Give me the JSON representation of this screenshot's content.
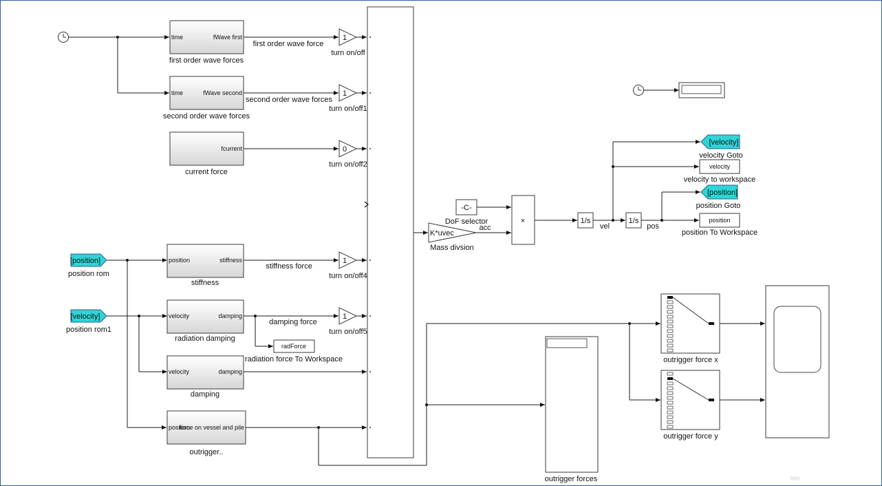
{
  "blocks": {
    "first_wave": {
      "in": "time",
      "out": "fWave first",
      "name": "first order wave forces"
    },
    "second_wave": {
      "in": "time",
      "out": "fWave second",
      "name": "second order wave forces"
    },
    "current": {
      "out": "fcurrent",
      "name": "current force"
    },
    "stiffness": {
      "in": "position",
      "out": "stiffness",
      "name": "stiffness"
    },
    "rad_damping": {
      "in": "velocity",
      "out": "damping",
      "name": "radiation damping"
    },
    "damping": {
      "in": "velocity",
      "out": "damping",
      "name": "damping"
    },
    "outrigger": {
      "in": "position",
      "out": "force on vessel and pile",
      "name": "outrigger.."
    },
    "goto_position_rom": {
      "value": "[position]",
      "name": "position rom"
    },
    "goto_velocity_rom": {
      "value": "[velocity]",
      "name": "position rom1"
    },
    "gain1": {
      "value": "1",
      "name": "turn on/off"
    },
    "gain2": {
      "value": "1",
      "name": "turn on/off1"
    },
    "gain3": {
      "value": "0",
      "name": "turn on/off2"
    },
    "gain4": {
      "value": "1",
      "name": "turn on/off4"
    },
    "gain5": {
      "value": "1",
      "name": "turn on/off5"
    },
    "rad_ws": {
      "value": "radForce",
      "name": "radiation force To Workspace"
    },
    "dof": {
      "value": "-C-",
      "name": "DoF selector"
    },
    "mass": {
      "value": "K*uvec",
      "name": "Mass divsion"
    },
    "product": {
      "value": "×"
    },
    "int1": {
      "value": "1/s"
    },
    "int2": {
      "value": "1/s"
    },
    "vel_goto": {
      "value": "[velocity]",
      "name": "velocity Goto"
    },
    "vel_ws": {
      "value": "velocity",
      "name": "velocity to workspace"
    },
    "pos_goto": {
      "value": "[position]",
      "name": "position Goto"
    },
    "pos_ws": {
      "value": "position",
      "name": "position To Workspace"
    },
    "scope_x": {
      "name": "outrigger force x"
    },
    "scope_y": {
      "name": "outrigger force y"
    },
    "outrigger_forces": {
      "name": "outrigger forces"
    }
  },
  "signals": {
    "first_order": "first order wave force",
    "second_order": "second order wave forces",
    "stiffness": "stiffness force",
    "damping": "damping force",
    "acc": "acc",
    "vel": "vel",
    "pos": "pos"
  }
}
